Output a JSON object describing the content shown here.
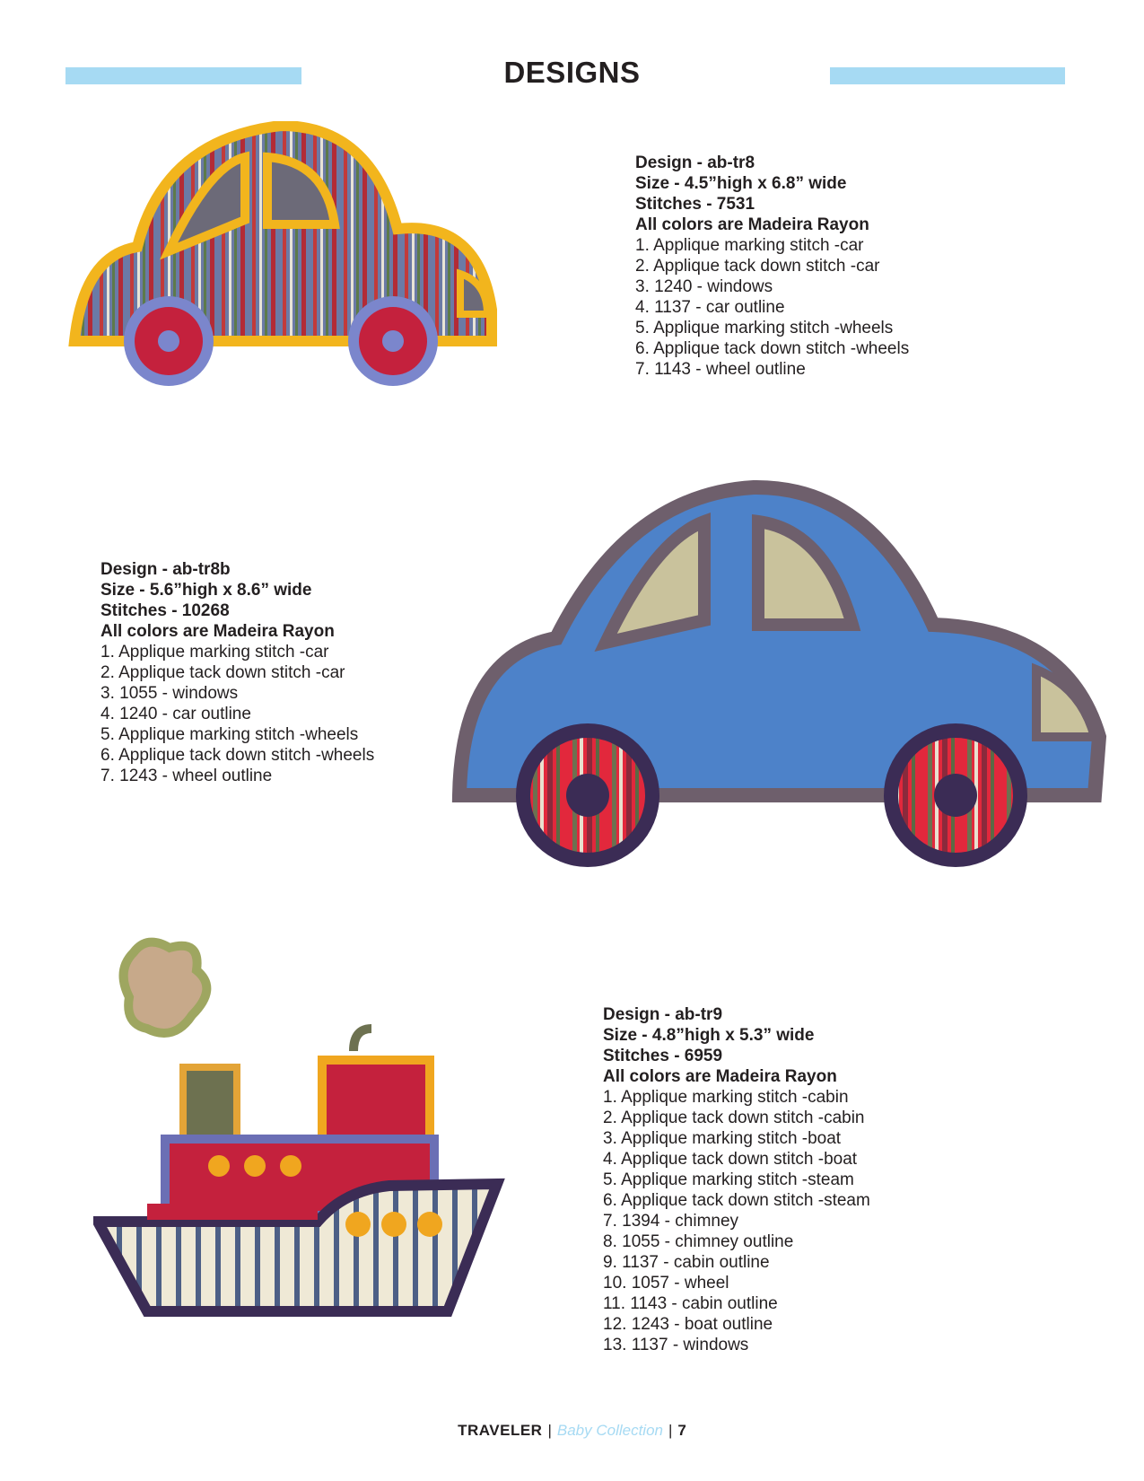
{
  "header": {
    "title": "DESIGNS",
    "accent_color": "#a6daf3"
  },
  "designs": [
    {
      "design": "Design - ab-tr8",
      "size": "Size - 4.5”high x 6.8” wide",
      "stitches": "Stitches - 7531",
      "colors_note": "All colors are Madeira Rayon",
      "steps": [
        "1. Applique marking stitch -car",
        "2. Applique tack down stitch -car",
        "3. 1240 - windows",
        "4. 1137 - car outline",
        "5. Applique marking stitch -wheels",
        "6. Applique tack down stitch -wheels",
        "7. 1143 - wheel outline"
      ]
    },
    {
      "design": "Design - ab-tr8b",
      "size": "Size - 5.6”high x 8.6” wide",
      "stitches": "Stitches - 10268",
      "colors_note": "All colors are Madeira Rayon",
      "steps": [
        "1. Applique marking stitch -car",
        "2. Applique tack down stitch -car",
        "3. 1055 - windows",
        "4. 1240 - car outline",
        "5. Applique marking stitch -wheels",
        "6. Applique tack down stitch -wheels",
        "7. 1243 - wheel outline"
      ]
    },
    {
      "design": "Design - ab-tr9",
      "size": "Size - 4.8”high x 5.3” wide",
      "stitches": "Stitches - 6959",
      "colors_note": "All colors are Madeira Rayon",
      "steps": [
        "1. Applique marking stitch -cabin",
        "2. Applique tack down stitch -cabin",
        "3. Applique marking stitch -boat",
        "4. Applique tack down stitch -boat",
        "5. Applique marking stitch -steam",
        "6. Applique tack down stitch -steam",
        "7. 1394 - chimney",
        "8. 1055 - chimney outline",
        "9. 1137 - cabin outline",
        "10. 1057 - wheel",
        "11. 1143 - cabin outline",
        "12. 1243 - boat outline",
        "13. 1137 - windows"
      ]
    }
  ],
  "footer": {
    "brand": "TRAVELER",
    "separator": "|",
    "collection": "Baby Collection",
    "page": "7"
  }
}
